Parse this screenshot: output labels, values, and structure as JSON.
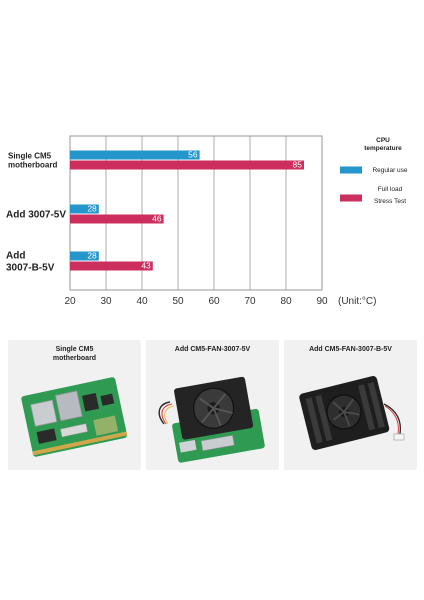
{
  "chart_data": {
    "type": "bar",
    "orientation": "horizontal",
    "categories": [
      "Single CM5 motherboard",
      "Add 3007-5V",
      "Add 3007-B-5V"
    ],
    "category_label_lines": [
      [
        "Single CM5",
        "motherboard"
      ],
      [
        "Add 3007-5V"
      ],
      [
        "Add",
        "3007-B-5V"
      ]
    ],
    "series": [
      {
        "name": "Regular use",
        "color": "#2596cc",
        "values": [
          56,
          28,
          28
        ]
      },
      {
        "name": "Full load Stress Test",
        "color": "#cc2f5e",
        "values": [
          85,
          46,
          43
        ]
      }
    ],
    "legend_title": "CPU temperature",
    "legend_lines": [
      [
        "Regular use"
      ],
      [
        "Full load",
        "Stress Test"
      ]
    ],
    "legend_title_lines": [
      "CPU",
      "temperature"
    ],
    "xlim": [
      20,
      90
    ],
    "xticks": [
      20,
      30,
      40,
      50,
      60,
      70,
      80,
      90
    ],
    "unit_label": "(Unit:°C)",
    "grid": true,
    "legend_placement": "right"
  },
  "panels": [
    {
      "title_lines": [
        "Single CM5",
        "motherboard"
      ]
    },
    {
      "title_lines": [
        "Add CM5-FAN-3007-5V"
      ]
    },
    {
      "title_lines": [
        "Add CM5-FAN-3007-B-5V"
      ]
    }
  ],
  "colors": {
    "board_green": "#2f9a52",
    "heatsink_black": "#1e1e1e",
    "panel_bg": "#f1f1f1"
  }
}
